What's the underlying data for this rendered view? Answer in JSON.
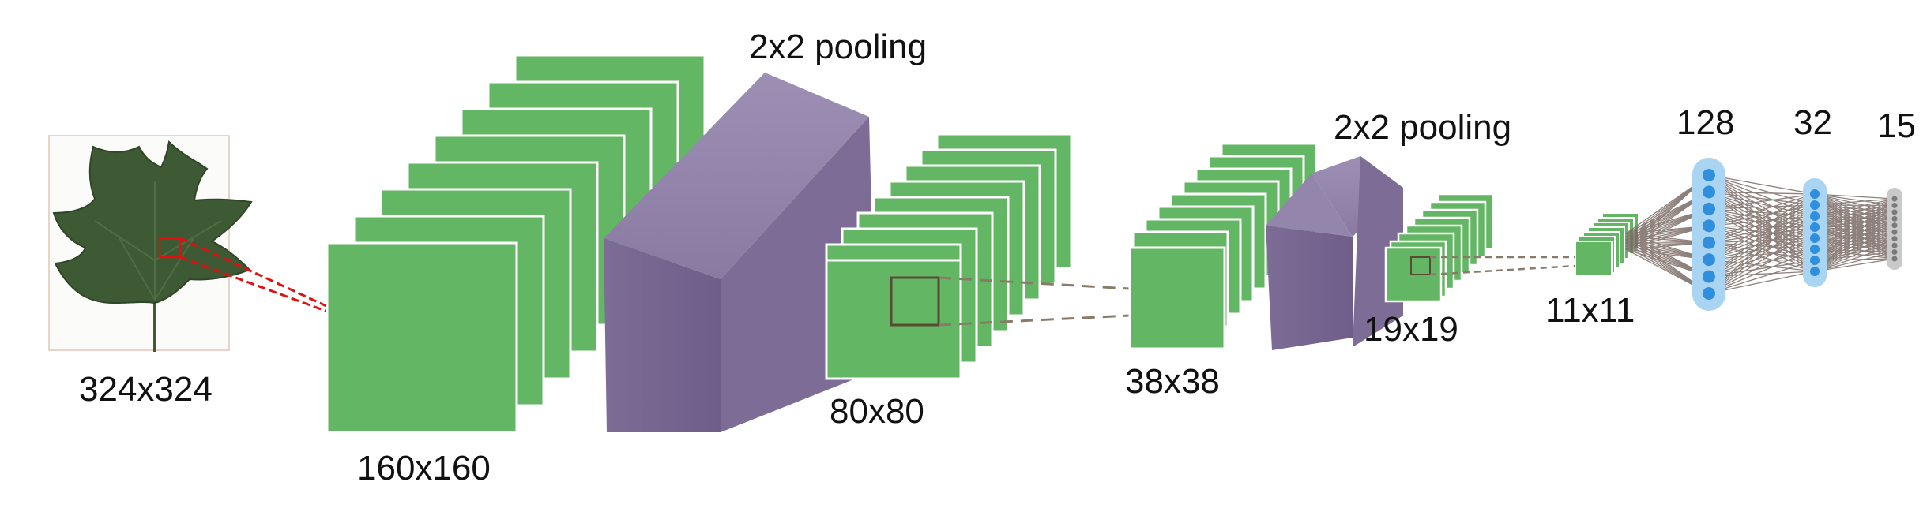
{
  "labels": {
    "input_size": "324x324",
    "conv1_size": "160x160",
    "pool1_label": "2x2 pooling",
    "conv2_size": "80x80",
    "conv3_size": "38x38",
    "pool2_label": "2x2 pooling",
    "conv4_size": "19x19",
    "conv5_size": "11x11",
    "fc1_units": "128",
    "fc2_units": "32",
    "output_units": "15"
  },
  "layers": {
    "fc1_nodes": 8,
    "fc2_nodes": 8,
    "output_nodes": 10
  },
  "colors": {
    "feature_map": "#63b663",
    "feature_map_edge": "#ffffff",
    "pooling_block": "#8a7aa2",
    "receptive_field_line": "#e01010",
    "fc_capsule": "#a9d4f2",
    "fc_node": "#2f8fdc",
    "output_capsule": "#c9c9c9",
    "output_node": "#7a7a7a",
    "connection": "#7a6a64"
  },
  "icons": {
    "input_image": "leaf-image"
  }
}
